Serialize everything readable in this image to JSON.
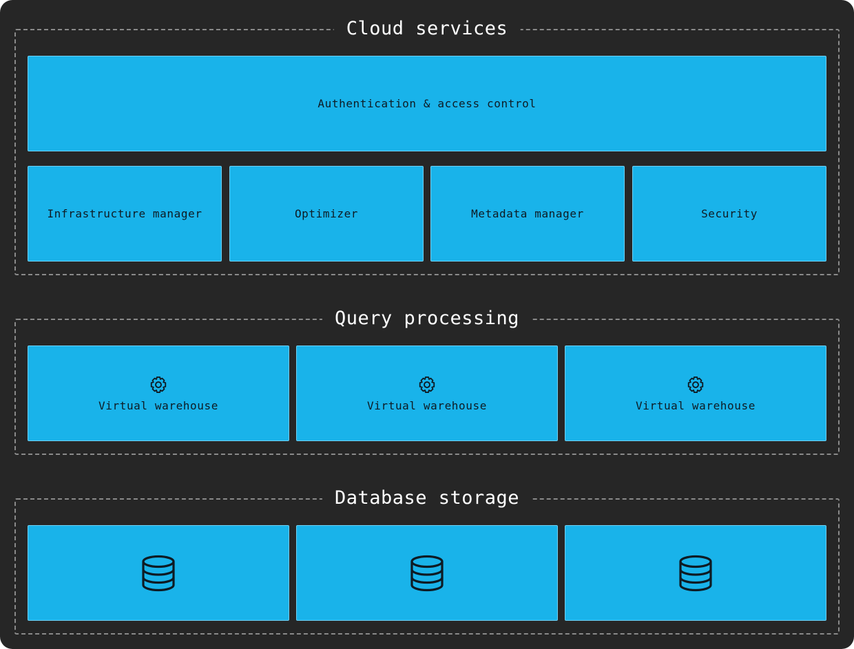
{
  "cloud_services": {
    "title": "Cloud services",
    "auth": "Authentication & access control",
    "modules": [
      "Infrastructure manager",
      "Optimizer",
      "Metadata manager",
      "Security"
    ]
  },
  "query_processing": {
    "title": "Query processing",
    "warehouses": [
      "Virtual warehouse",
      "Virtual warehouse",
      "Virtual warehouse"
    ],
    "icon": "gear-icon"
  },
  "database_storage": {
    "title": "Database storage",
    "icon": "database-icon"
  },
  "colors": {
    "background": "#262626",
    "box_fill": "#19b3ea",
    "dashed_border": "#8a8a8a",
    "title_text": "#ffffff",
    "box_text": "#0e1b24"
  }
}
